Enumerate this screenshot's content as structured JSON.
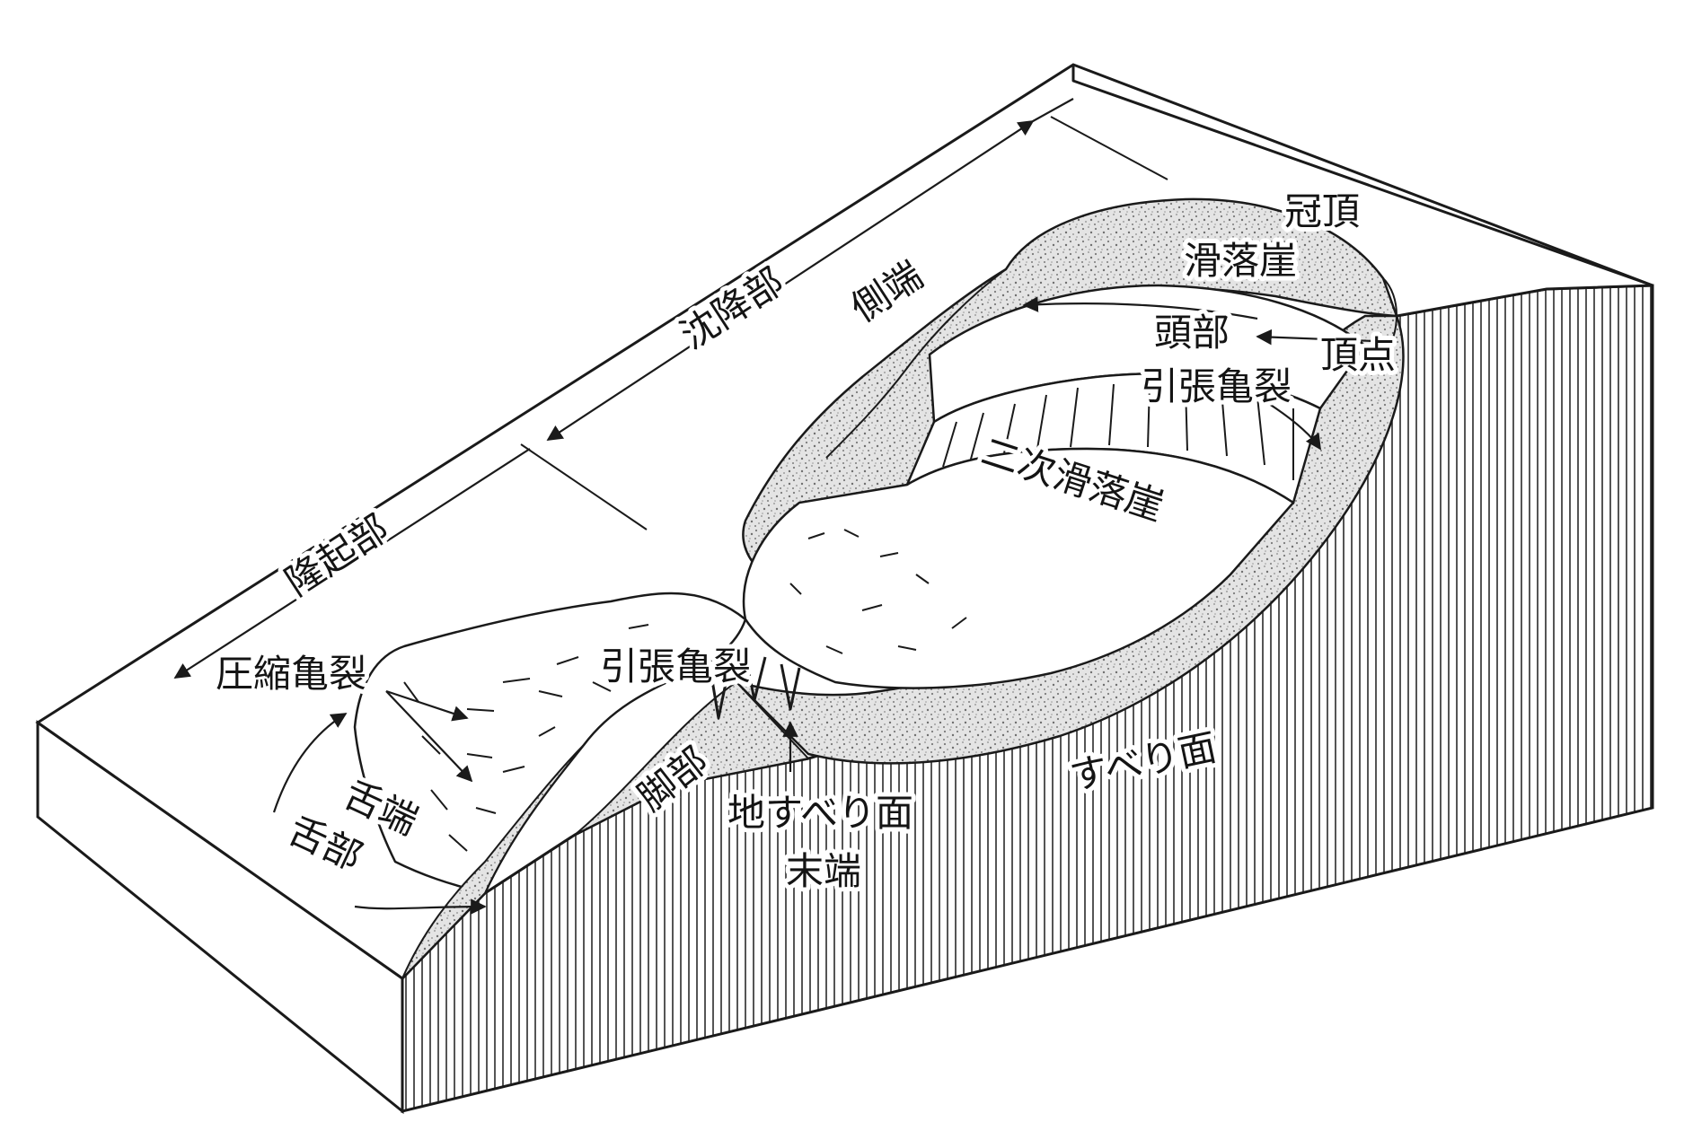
{
  "diagram": {
    "labels": {
      "crown": "冠頂",
      "main_scarp": "滑落崖",
      "head": "頭部",
      "head_tension_cracks": "引張亀裂",
      "top": "頂点",
      "flank": "側端",
      "depletion_zone": "沈降部",
      "accumulation_zone": "隆起部",
      "minor_scarp": "二次滑落崖",
      "transverse_tension_cracks": "引張亀裂",
      "compression_cracks": "圧縮亀裂",
      "toe_tip": "舌端",
      "toe": "舌部",
      "foot": "脚部",
      "rupture_surface_toe_line1": "地すべり面",
      "rupture_surface_toe_line2": "末端",
      "surface_of_rupture": "すべり面"
    },
    "colors": {
      "line": "#1a1a1a",
      "stipple": "#bdbdbd",
      "background": "#ffffff"
    }
  }
}
